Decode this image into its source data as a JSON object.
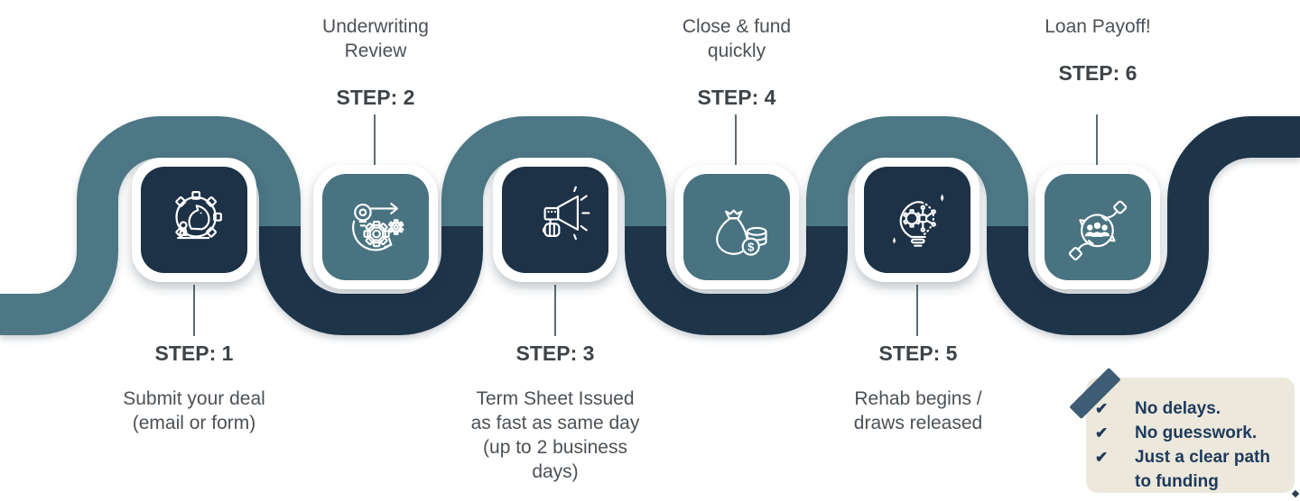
{
  "diagram": {
    "steps": [
      {
        "step_label": "STEP: 1",
        "title": "Submit your deal\n(email or form)",
        "icon": "chess-strategy-gear-icon",
        "box_color": "navy",
        "label_position": "below"
      },
      {
        "step_label": "STEP: 2",
        "title": "Underwriting\nReview",
        "icon": "gears-progress-arrow-icon",
        "box_color": "teal",
        "label_position": "above"
      },
      {
        "step_label": "STEP: 3",
        "title": "Term Sheet Issued\nas fast as same day\n(up to 2 business\ndays)",
        "icon": "megaphone-announcement-icon",
        "box_color": "navy",
        "label_position": "below"
      },
      {
        "step_label": "STEP: 4",
        "title": "Close & fund\nquickly",
        "icon": "money-bag-coins-icon",
        "box_color": "teal",
        "label_position": "above"
      },
      {
        "step_label": "STEP: 5",
        "title": "Rehab begins /\ndraws released",
        "icon": "lightbulb-gear-circuit-icon",
        "box_color": "navy",
        "label_position": "below"
      },
      {
        "step_label": "STEP: 6",
        "title": "Loan Payoff!",
        "icon": "hands-people-exchange-icon",
        "box_color": "teal",
        "label_position": "above"
      }
    ],
    "checklist": {
      "check_glyph": "✔",
      "items": [
        "No delays.",
        "No guesswork.",
        "Just a clear path to funding"
      ]
    },
    "currency_symbol": "$",
    "colors": {
      "ribbon_teal": "#4d7784",
      "ribbon_navy": "#1e3449",
      "box_teal": "#497381",
      "box_navy": "#1d3147",
      "step_label_text": "#3e4347",
      "body_text": "#4c5156",
      "connector_line": "#5b6b74",
      "card_background": "#ece8db",
      "card_text": "#1e3a5c",
      "card_marker": "#3f5c75"
    }
  }
}
